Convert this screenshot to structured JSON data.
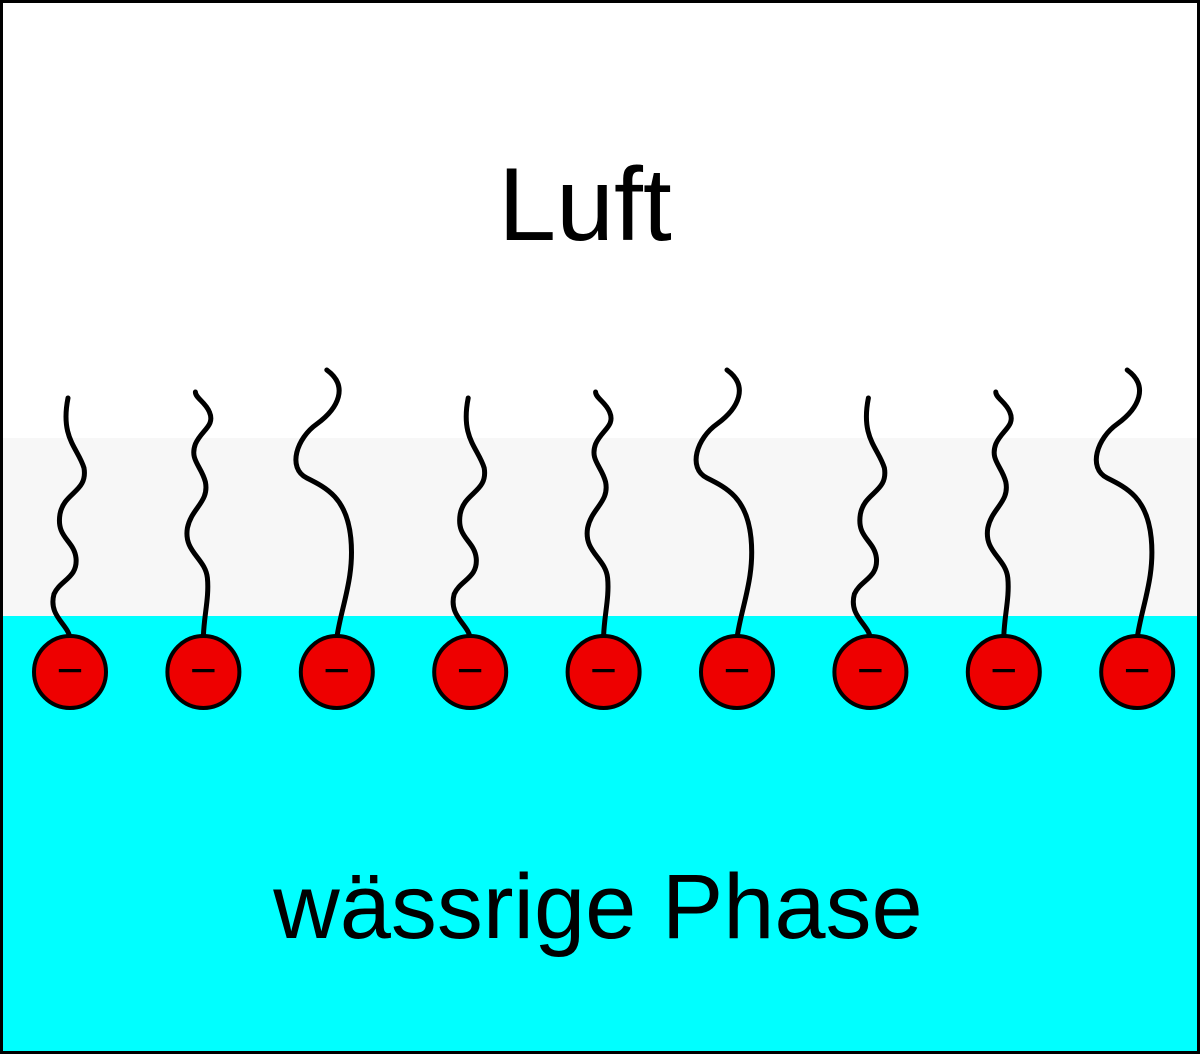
{
  "labels": {
    "top": "Luft",
    "bottom": "wässrige Phase"
  },
  "colors": {
    "air": "#ffffff",
    "interface_layer": "#f7f7f7",
    "water": "#00ffff",
    "head_fill": "#ee0000",
    "outline": "#000000"
  },
  "molecules": {
    "count": 9,
    "head_charge": "−"
  }
}
